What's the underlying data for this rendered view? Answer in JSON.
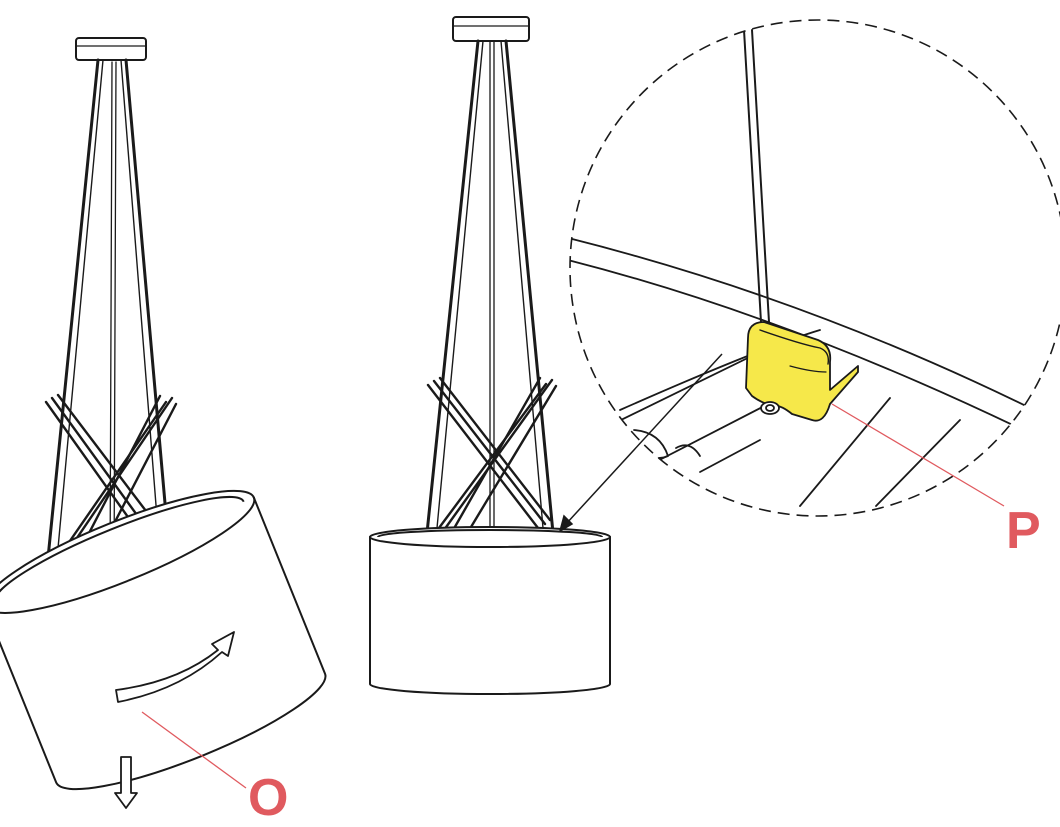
{
  "callouts": {
    "o": "O",
    "p": "P"
  },
  "colors": {
    "line": "#1a1a1a",
    "label": "#e05a5f",
    "leader": "#e05a5f",
    "highlight": "#f6e84a"
  },
  "icons": {
    "rotate": "curved-arrow-icon",
    "pull_down": "down-arrow-icon",
    "detail": "magnifier-circle"
  }
}
